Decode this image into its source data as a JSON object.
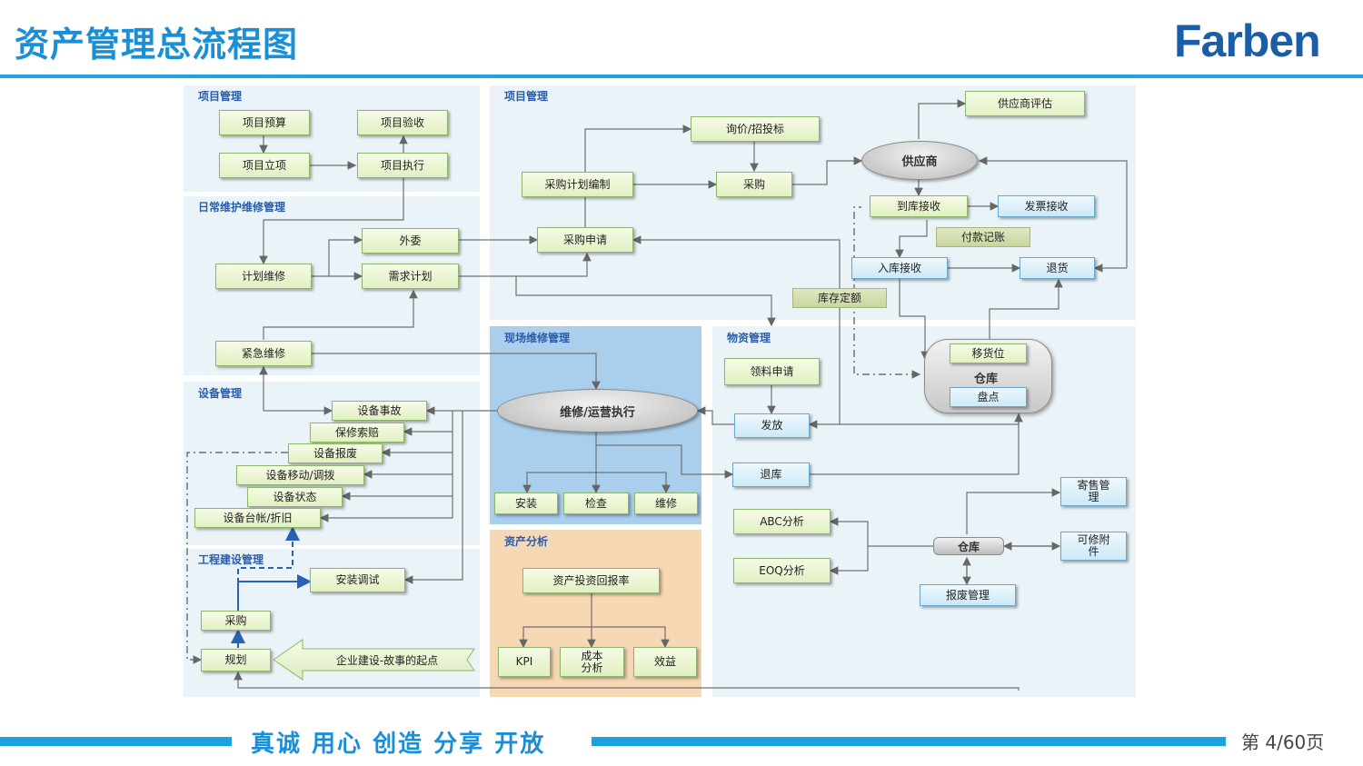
{
  "header": {
    "title": "资产管理总流程图",
    "logo": "Farben"
  },
  "sections": {
    "project_left": "项目管理",
    "project_right": "项目管理",
    "daily": "日常维护维修管理",
    "field": "现场维修管理",
    "material": "物资管理",
    "equipment": "设备管理",
    "construction": "工程建设管理",
    "analysis": "资产分析"
  },
  "nodes": {
    "proj_budget": "项目预算",
    "proj_accept": "项目验收",
    "proj_setup": "项目立项",
    "proj_exec": "项目执行",
    "outsource": "外委",
    "plan_maint": "计划维修",
    "demand_plan": "需求计划",
    "emergency": "紧急维修",
    "purchase_plan": "采购计划编制",
    "inquiry": "询价/招投标",
    "purchase_r": "采购",
    "purchase_req": "采购申请",
    "supplier_eval": "供应商评估",
    "supplier": "供应商",
    "arrival": "到库接收",
    "invoice": "发票接收",
    "payment": "付款记账",
    "inbound": "入库接收",
    "return_goods": "退货",
    "stock_quota": "库存定额",
    "move_loc": "移货位",
    "warehouse": "仓库",
    "inventory": "盘点",
    "material_req": "领料申请",
    "issue": "发放",
    "return_stock": "退库",
    "maint_exec": "维修/运营执行",
    "install": "安装",
    "inspect": "检查",
    "repair": "维修",
    "eq_accident": "设备事故",
    "warranty": "保修索赔",
    "scrap": "设备报废",
    "move_transfer": "设备移动/调拨",
    "eq_status": "设备状态",
    "ledger": "设备台帐/折旧",
    "install_debug": "安装调试",
    "purchase_l": "采购",
    "planning": "规划",
    "origin": "企业建设-故事的起点",
    "roi": "资产投资回报率",
    "kpi": "KPI",
    "cost": "成本分析",
    "benefit": "效益",
    "abc": "ABC分析",
    "eoq": "EOQ分析",
    "warehouse2": "仓库",
    "consign": "寄售管理",
    "repairable": "可修附件",
    "scrap_mgmt": "报废管理"
  },
  "footer": {
    "slogan": "真诚 用心 创造 分享 开放",
    "page": "第 4/60页"
  },
  "colors": {
    "accent": "#1aa3e0",
    "title": "#1a8fd6",
    "logo": "#1b5ea8"
  }
}
